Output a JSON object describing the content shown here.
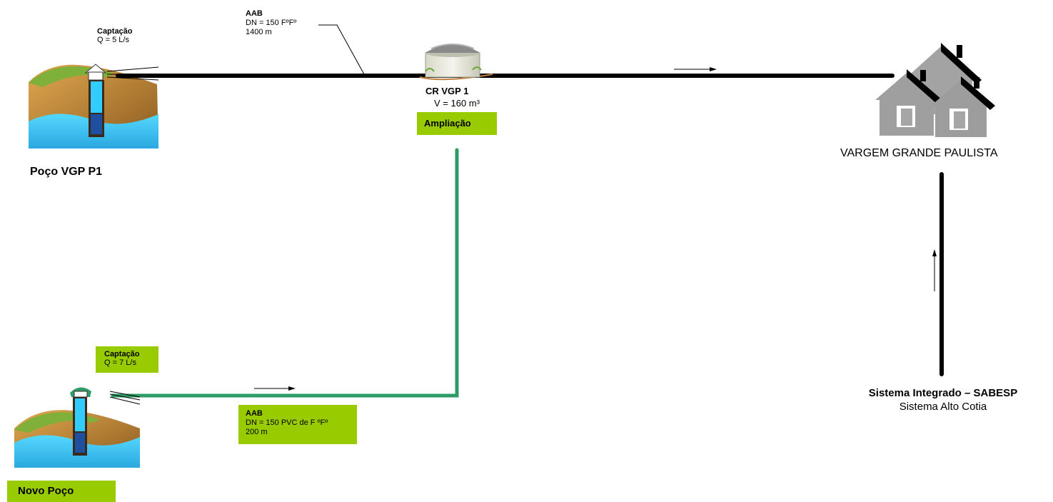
{
  "well_p1": {
    "captacao_label": "Captação",
    "flow": "Q = 5 L/s",
    "name": "Poço VGP P1"
  },
  "pipe_main": {
    "title": "AAB",
    "dn": "DN = 150 FºFº",
    "length": "1400 m"
  },
  "reservoir": {
    "name": "CR VGP 1",
    "volume": "V = 160 m³",
    "status": "Ampliação"
  },
  "city": {
    "name": "VARGEM GRANDE PAULISTA"
  },
  "new_well": {
    "captacao_label": "Captação",
    "flow": "Q = 7 L/s",
    "name": "Novo Poço"
  },
  "pipe_new": {
    "title": "AAB",
    "dn": "DN = 150 PVC  de F ºFº",
    "length": "200 m"
  },
  "sabesp": {
    "name": "Sistema Integrado – SABESP",
    "subsystem": "Sistema Alto Cotia"
  },
  "colors": {
    "existing_pipe": "#000000",
    "new_pipe": "#2e9a66",
    "highlight_box": "#99cc00",
    "house": "#a0a0a0",
    "water": "#33ccff",
    "soil": "#c8862e"
  }
}
